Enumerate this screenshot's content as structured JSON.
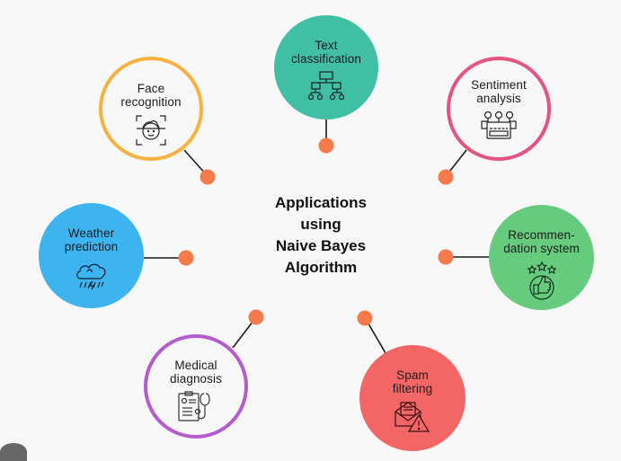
{
  "title": {
    "lines": [
      "Applications",
      "using",
      "Naive Bayes",
      "Algorithm"
    ]
  },
  "colors": {
    "connector_dot": "#f77a4c",
    "connector_line": "#1a1a1a",
    "background": "#f8f8f8"
  },
  "applications": [
    {
      "id": "face-recognition",
      "lines": [
        "Face",
        "recognition"
      ],
      "icon": "face-scan-icon",
      "style": "outline",
      "color": "#f5b240"
    },
    {
      "id": "text-classification",
      "lines": [
        "Text",
        "classification"
      ],
      "icon": "hierarchy-tree-icon",
      "style": "filled",
      "color": "#41bfa5"
    },
    {
      "id": "sentiment-analysis",
      "lines": [
        "Sentiment",
        "analysis"
      ],
      "icon": "sentiment-meter-icon",
      "style": "outline",
      "color": "#e4547f"
    },
    {
      "id": "weather-prediction",
      "lines": [
        "Weather",
        "prediction"
      ],
      "icon": "storm-cloud-icon",
      "style": "filled",
      "color": "#3db4f0"
    },
    {
      "id": "recommendation-system",
      "lines": [
        "Recommen-",
        "dation system"
      ],
      "icon": "thumbs-up-stars-icon",
      "style": "filled",
      "color": "#67cb7e"
    },
    {
      "id": "medical-diagnosis",
      "lines": [
        "Medical",
        "diagnosis"
      ],
      "icon": "clipboard-stethoscope-icon",
      "style": "outline",
      "color": "#b45ccd"
    },
    {
      "id": "spam-filtering",
      "lines": [
        "Spam",
        "filtering"
      ],
      "icon": "envelope-warning-icon",
      "style": "filled",
      "color": "#f26666"
    }
  ]
}
